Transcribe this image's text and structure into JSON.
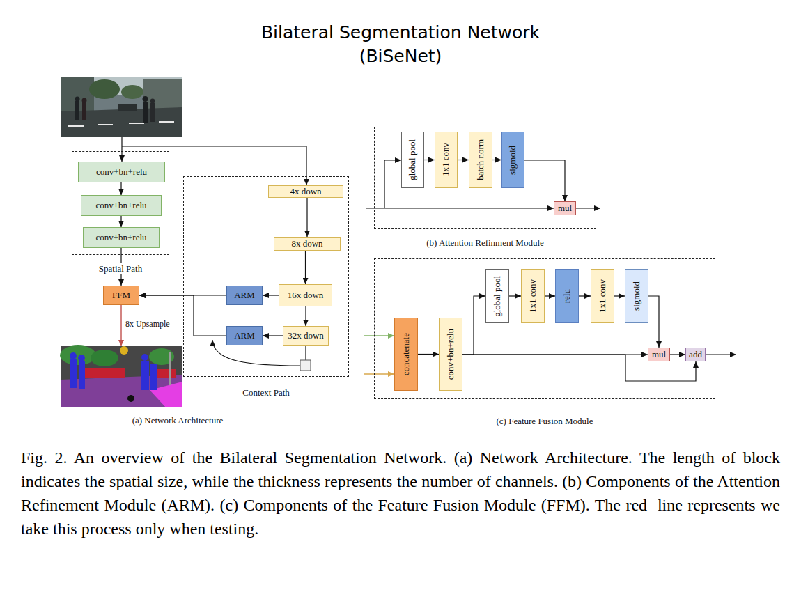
{
  "diagram": {
    "title": "Bilateral Segmentation Network (BiSeNet)",
    "caption": "Fig. 2. An overview of the Bilateral Segmentation Network. (a) Network Architecture. The length of block indicates the spatial size, while the thickness represents the number of channels. (b) Components of the Attention Refinement Module (ARM). (c) Components of the Feature Fusion Module (FFM). The red  line represents we take this process only when testing.",
    "nodes": [
      {
        "text": [
          "Spatial Path"
        ]
      },
      {
        "text": [
          "conv+bn+relu"
        ],
        "in": 0
      },
      {
        "text": [
          "conv+bn+relu"
        ],
        "in": 0
      },
      {
        "text": [
          "conv+bn+relu"
        ],
        "in": 0
      },
      {
        "text": [
          "Context Path"
        ]
      },
      {
        "text": [
          "4x down"
        ],
        "in": 4
      },
      {
        "text": [
          "8x down"
        ],
        "in": 4
      },
      {
        "text": [
          "16x down"
        ],
        "in": 4
      },
      {
        "text": [
          "32x down"
        ],
        "in": 4
      },
      {
        "text": [
          "ARM"
        ],
        "in": 4
      },
      {
        "text": [
          "ARM"
        ],
        "in": 4
      },
      {
        "text": [
          "FFM"
        ]
      },
      {
        "text": [
          "(b) Attention Refinment Module"
        ]
      },
      {
        "text": [
          "global pool"
        ],
        "in": 12
      },
      {
        "text": [
          "1x1 conv"
        ],
        "in": 12
      },
      {
        "text": [
          "batch norm"
        ],
        "in": 12
      },
      {
        "text": [
          "sigmoid"
        ],
        "in": 12
      },
      {
        "text": [
          "mul"
        ],
        "in": 12
      },
      {
        "text": [
          "(c) Feature Fusion Module"
        ]
      },
      {
        "text": [
          "concatenate"
        ],
        "in": 18
      },
      {
        "text": [
          "conv+bn+relu"
        ],
        "in": 18
      },
      {
        "text": [
          "global pool"
        ],
        "in": 18
      },
      {
        "text": [
          "1x1 conv"
        ],
        "in": 18
      },
      {
        "text": [
          "relu"
        ],
        "in": 18
      },
      {
        "text": [
          "1x1 conv"
        ],
        "in": 18
      },
      {
        "text": [
          "sigmoid"
        ],
        "in": 18
      },
      {
        "text": [
          "mul"
        ],
        "in": 18
      },
      {
        "text": [
          "add"
        ],
        "in": 18
      }
    ],
    "edges": [
      {
        "from": 1,
        "to": 2,
        "arrow": "to"
      },
      {
        "from": 2,
        "to": 3,
        "arrow": "to"
      },
      {
        "from": 3,
        "to": 11,
        "arrow": "to"
      },
      {
        "from": 5,
        "to": 6,
        "arrow": "to"
      },
      {
        "from": 6,
        "to": 7,
        "arrow": "to"
      },
      {
        "from": 7,
        "to": 8,
        "arrow": "to"
      },
      {
        "from": 7,
        "to": 9,
        "arrow": "to"
      },
      {
        "from": 8,
        "to": 10,
        "arrow": "to"
      },
      {
        "from": 9,
        "to": 11,
        "arrow": "to"
      },
      {
        "from": 10,
        "to": 11,
        "arrow": "to"
      },
      {
        "from": 13,
        "to": 14,
        "arrow": "to"
      },
      {
        "from": 14,
        "to": 15,
        "arrow": "to"
      },
      {
        "from": 15,
        "to": 16,
        "arrow": "to"
      },
      {
        "from": 16,
        "to": 17,
        "arrow": "to"
      },
      {
        "from": 19,
        "to": 20,
        "arrow": "to"
      },
      {
        "from": 20,
        "to": 21,
        "arrow": "to"
      },
      {
        "from": 21,
        "to": 22,
        "arrow": "to"
      },
      {
        "from": 22,
        "to": 23,
        "arrow": "to"
      },
      {
        "from": 23,
        "to": 24,
        "arrow": "to"
      },
      {
        "from": 24,
        "to": 25,
        "arrow": "to"
      },
      {
        "from": 25,
        "to": 26,
        "arrow": "to"
      },
      {
        "from": 20,
        "to": 26,
        "arrow": "to"
      },
      {
        "from": 20,
        "to": 27,
        "arrow": "to"
      },
      {
        "from": 26,
        "to": 27,
        "arrow": "to"
      }
    ],
    "labels": [
      "(a) Network Architecture",
      "8x Upsample"
    ]
  }
}
